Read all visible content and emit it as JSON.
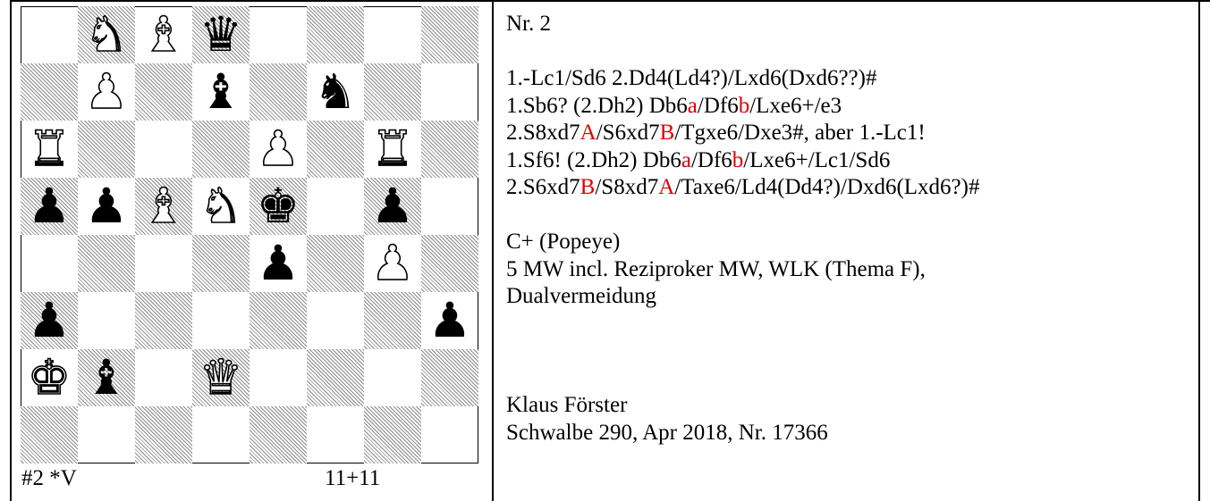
{
  "problem": {
    "number": "Nr. 2",
    "stipulation": "#2 *V",
    "piece_count": "11+11",
    "author": "Klaus Förster",
    "source": "Schwalbe 290, Apr 2018, Nr. 17366"
  },
  "board": {
    "pieces": [
      {
        "sq": "b8",
        "color": "w",
        "type": "knight",
        "glyph": "♞"
      },
      {
        "sq": "c8",
        "color": "w",
        "type": "bishop",
        "glyph": "♝"
      },
      {
        "sq": "d8",
        "color": "b",
        "type": "queen",
        "glyph": "♛"
      },
      {
        "sq": "b7",
        "color": "w",
        "type": "pawn",
        "glyph": "♟"
      },
      {
        "sq": "d7",
        "color": "b",
        "type": "bishop",
        "glyph": "♝"
      },
      {
        "sq": "f7",
        "color": "b",
        "type": "knight",
        "glyph": "♞"
      },
      {
        "sq": "a6",
        "color": "w",
        "type": "rook",
        "glyph": "♜"
      },
      {
        "sq": "e6",
        "color": "w",
        "type": "pawn",
        "glyph": "♟"
      },
      {
        "sq": "g6",
        "color": "w",
        "type": "rook",
        "glyph": "♜"
      },
      {
        "sq": "a5",
        "color": "b",
        "type": "pawn",
        "glyph": "♟"
      },
      {
        "sq": "b5",
        "color": "b",
        "type": "pawn",
        "glyph": "♟"
      },
      {
        "sq": "c5",
        "color": "w",
        "type": "bishop",
        "glyph": "♝"
      },
      {
        "sq": "d5",
        "color": "w",
        "type": "knight",
        "glyph": "♞"
      },
      {
        "sq": "e5",
        "color": "b",
        "type": "king",
        "glyph": "♚"
      },
      {
        "sq": "g5",
        "color": "b",
        "type": "pawn",
        "glyph": "♟"
      },
      {
        "sq": "e4",
        "color": "b",
        "type": "pawn",
        "glyph": "♟"
      },
      {
        "sq": "g4",
        "color": "w",
        "type": "pawn",
        "glyph": "♟"
      },
      {
        "sq": "a3",
        "color": "b",
        "type": "pawn",
        "glyph": "♟"
      },
      {
        "sq": "h3",
        "color": "b",
        "type": "pawn",
        "glyph": "♟"
      },
      {
        "sq": "a2",
        "color": "w",
        "type": "king",
        "glyph": "♚"
      },
      {
        "sq": "b2",
        "color": "b",
        "type": "bishop",
        "glyph": "♝"
      },
      {
        "sq": "d2",
        "color": "w",
        "type": "queen",
        "glyph": "♛"
      }
    ]
  },
  "colors": {
    "accent": "#e00000"
  },
  "solution_lines": [
    [
      {
        "t": "Nr. 2"
      }
    ],
    [
      {
        "t": ""
      }
    ],
    [
      {
        "t": "1.-Lc1/Sd6 2.Dd4(Ld4?)/Lxd6(Dxd6??)#"
      }
    ],
    [
      {
        "t": "1.Sb6? (2.Dh2) Db6"
      },
      {
        "t": "a",
        "red": true
      },
      {
        "t": "/Df6"
      },
      {
        "t": "b",
        "red": true
      },
      {
        "t": "/Lxe6+/e3"
      }
    ],
    [
      {
        "t": "2.S8xd7"
      },
      {
        "t": "A",
        "red": true
      },
      {
        "t": "/S6xd7"
      },
      {
        "t": "B",
        "red": true
      },
      {
        "t": "/Tgxe6/Dxe3#, aber 1.-Lc1!"
      }
    ],
    [
      {
        "t": "1.Sf6! (2.Dh2) Db6"
      },
      {
        "t": "a",
        "red": true
      },
      {
        "t": "/Df6"
      },
      {
        "t": "b",
        "red": true
      },
      {
        "t": "/Lxe6+/Lc1/Sd6"
      }
    ],
    [
      {
        "t": "2.S6xd7"
      },
      {
        "t": "B",
        "red": true
      },
      {
        "t": "/S8xd7"
      },
      {
        "t": "A",
        "red": true
      },
      {
        "t": "/Taxe6/Ld4(Dd4?)/Dxd6(Lxd6?)#"
      }
    ],
    [
      {
        "t": ""
      }
    ],
    [
      {
        "t": "C+ (Popeye)"
      }
    ],
    [
      {
        "t": "5 MW incl. Reziproker MW, WLK (Thema F),"
      }
    ],
    [
      {
        "t": "Dualvermeidung"
      }
    ],
    [
      {
        "t": ""
      }
    ],
    [
      {
        "t": ""
      }
    ],
    [
      {
        "t": ""
      }
    ],
    [
      {
        "t": "Klaus Förster"
      }
    ],
    [
      {
        "t": "Schwalbe 290, Apr 2018, Nr. 17366"
      }
    ]
  ]
}
